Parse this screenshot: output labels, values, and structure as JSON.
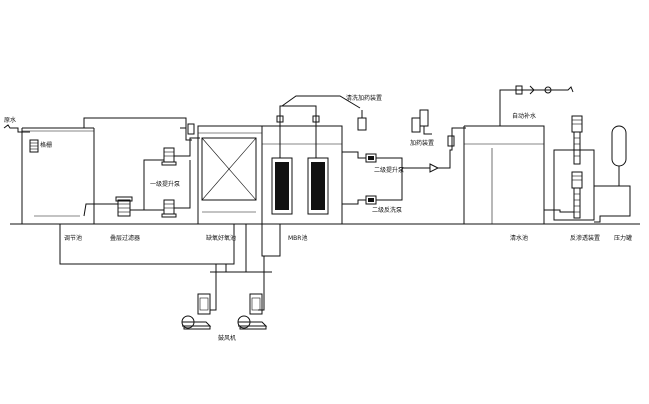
{
  "labels": {
    "inlet": "原水",
    "grid": "格栅",
    "regulating_tank": "调节池",
    "filter": "叠层过滤器",
    "lift_pump_1": "一级提升泵",
    "anoxic_tank": "缺氧好氧池",
    "mbr_tank": "MBR池",
    "dosing_device_top": "清洗加药装置",
    "dosing_device_right": "加药装置",
    "suction_pump": "二级提升泵",
    "backwash_pump": "二级反洗泵",
    "clear_tank": "清水池",
    "auto_water_supply": "自动补水",
    "ro_device": "反渗透装置",
    "pressure_tank": "压力罐",
    "blower": "鼓风机"
  }
}
